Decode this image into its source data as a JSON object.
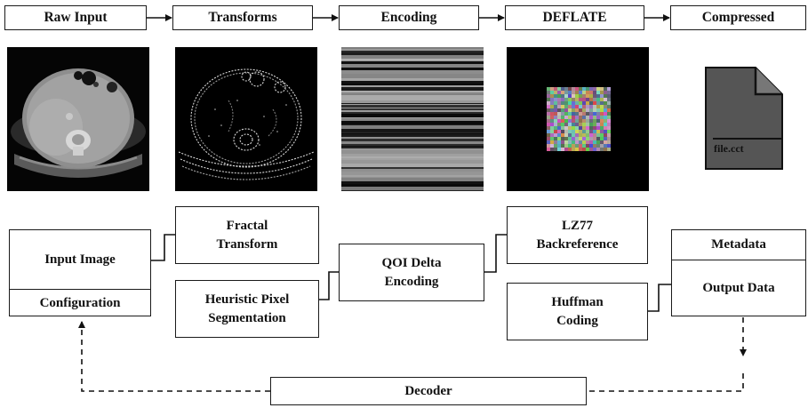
{
  "stages": [
    "Raw Input",
    "Transforms",
    "Encoding",
    "DEFLATE",
    "Compressed"
  ],
  "file_label": "file.cct",
  "blocks": {
    "input_image": "Input Image",
    "configuration": "Configuration",
    "fractal_transform": "Fractal\nTransform",
    "heuristic_segmentation": "Heuristic Pixel\nSegmentation",
    "qoi_delta": "QOI Delta\nEncoding",
    "lz77": "LZ77\nBackreference",
    "huffman": "Huffman\nCoding",
    "metadata": "Metadata",
    "output_data": "Output Data",
    "decoder": "Decoder"
  }
}
